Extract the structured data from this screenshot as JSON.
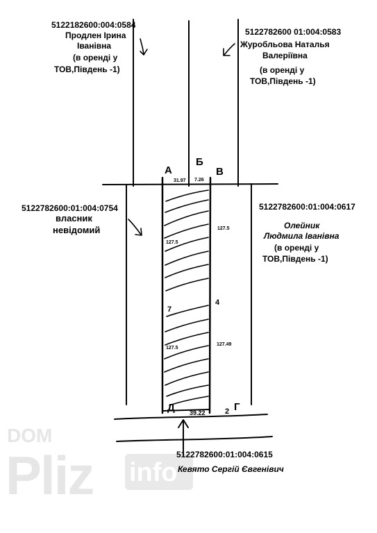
{
  "parcels": {
    "top_left": {
      "cadastral": "5122182600:004:0584",
      "owner_line1": "Продлен Ірина",
      "owner_line2": "Іванівна",
      "note_line1": "(в оренді у",
      "note_line2": "ТОВ,Південь -1)"
    },
    "top_right": {
      "cadastral": "5122782600 01:004:0583",
      "owner_line1": "Журобльова Наталья",
      "owner_line2": "Валеріївна",
      "note_line1": "(в оренді у",
      "note_line2": "ТОВ,Південь -1)"
    },
    "left": {
      "cadastral": "5122782600:01:004:0754",
      "owner_line1": "власник",
      "owner_line2": "невідомий"
    },
    "right": {
      "cadastral": "5122782600:01:004:0617",
      "owner_line1": "Олейник",
      "owner_line2": "Людмила Іванівна",
      "note_line1": "(в оренді у",
      "note_line2": "ТОВ,Південь -1)"
    },
    "bottom": {
      "cadastral": "5122782600:01:004:0615",
      "owner": "Кевято Сергій Євгенівич"
    }
  },
  "corners": {
    "a": "А",
    "b": "Б",
    "v": "В",
    "g": "Г",
    "d": "Д"
  },
  "dimensions": {
    "top_ab": "31.97",
    "top_bv": "7.26",
    "left_upper": "127.5",
    "left_lower": "127.5",
    "right_upper": "127.5",
    "right_lower": "127.49",
    "bottom": "39.22",
    "left_point": "7",
    "right_point": "4",
    "bottom_point": "2"
  },
  "watermark": {
    "line1": "DOM",
    "line2": "Pliz",
    "line3": "info"
  }
}
